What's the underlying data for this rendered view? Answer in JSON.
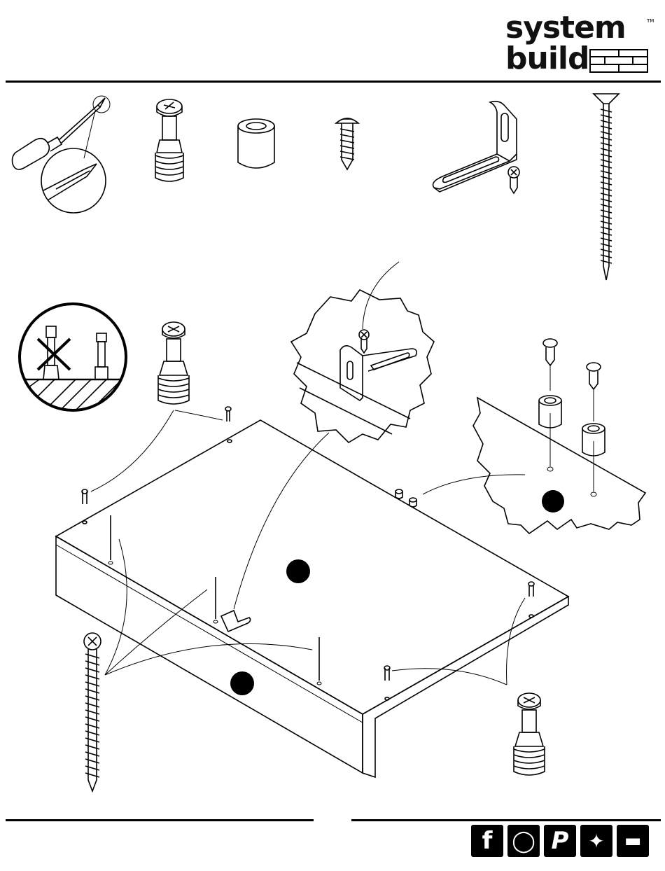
{
  "brand": {
    "line1": "system",
    "line2": "build",
    "trademark": "TM"
  },
  "social": {
    "facebook": "f",
    "instagram": "◯",
    "pinterest": "P",
    "twitter": "✦",
    "youtube": "▬"
  },
  "icons": {
    "tools": [
      "screwdriver-icon",
      "cam-bolt-icon",
      "spacer-sleeve-icon",
      "short-screw-icon",
      "l-bracket-icon",
      "long-screw-icon"
    ],
    "social": [
      "facebook-icon",
      "instagram-icon",
      "pinterest-icon",
      "twitter-icon",
      "youtube-icon"
    ]
  }
}
